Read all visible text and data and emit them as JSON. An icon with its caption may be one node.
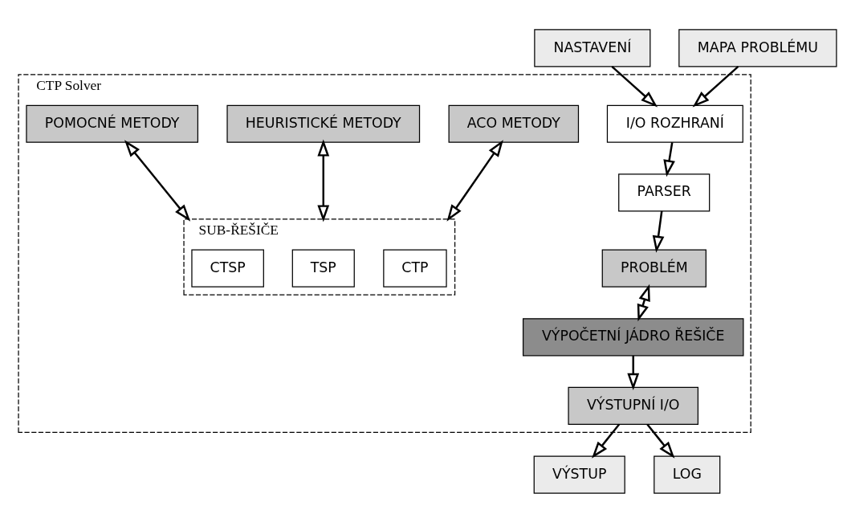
{
  "diagram": {
    "nodes": [
      {
        "text": [
          "CTP Solver"
        ]
      },
      {
        "text": [
          "NASTAVENÍ"
        ]
      },
      {
        "text": [
          "MAPA PROBLÉMU"
        ]
      },
      {
        "text": [
          "I/O ROZHRANÍ"
        ],
        "in": 0
      },
      {
        "text": [
          "ACO METODY"
        ],
        "in": 0
      },
      {
        "text": [
          "HEURISTICKÉ METODY"
        ],
        "in": 0
      },
      {
        "text": [
          "POMOCNÉ METODY"
        ],
        "in": 0
      },
      {
        "text": [
          "PARSER"
        ],
        "in": 0
      },
      {
        "text": [
          "SUB-ŘEŠIČE"
        ],
        "in": 0
      },
      {
        "text": [
          "CTP"
        ],
        "in": 8
      },
      {
        "text": [
          "TSP"
        ],
        "in": 8
      },
      {
        "text": [
          "CTSP"
        ],
        "in": 8
      },
      {
        "text": [
          "PROBLÉM"
        ],
        "in": 0
      },
      {
        "text": [
          "VÝPOČETNÍ JÁDRO ŘEŠIČE"
        ],
        "in": 0
      },
      {
        "text": [
          "VÝSTUPNÍ I/O"
        ],
        "in": 0
      },
      {
        "text": [
          "VÝSTUP"
        ]
      },
      {
        "text": [
          "LOG"
        ]
      }
    ],
    "edges": [
      {
        "from": 1,
        "to": 3,
        "arrow": "to"
      },
      {
        "from": 2,
        "to": 3,
        "arrow": "to"
      },
      {
        "from": 3,
        "to": 7,
        "arrow": "to"
      },
      {
        "from": 7,
        "to": 12,
        "arrow": "to"
      },
      {
        "from": 4,
        "to": 8,
        "arrow": "both"
      },
      {
        "from": 5,
        "to": 8,
        "arrow": "both"
      },
      {
        "from": 6,
        "to": 8,
        "arrow": "both"
      },
      {
        "from": 12,
        "to": 13,
        "arrow": "both"
      },
      {
        "from": 13,
        "to": 14,
        "arrow": "to"
      },
      {
        "from": 14,
        "to": 15,
        "arrow": "to"
      },
      {
        "from": 14,
        "to": 16,
        "arrow": "to"
      }
    ]
  }
}
